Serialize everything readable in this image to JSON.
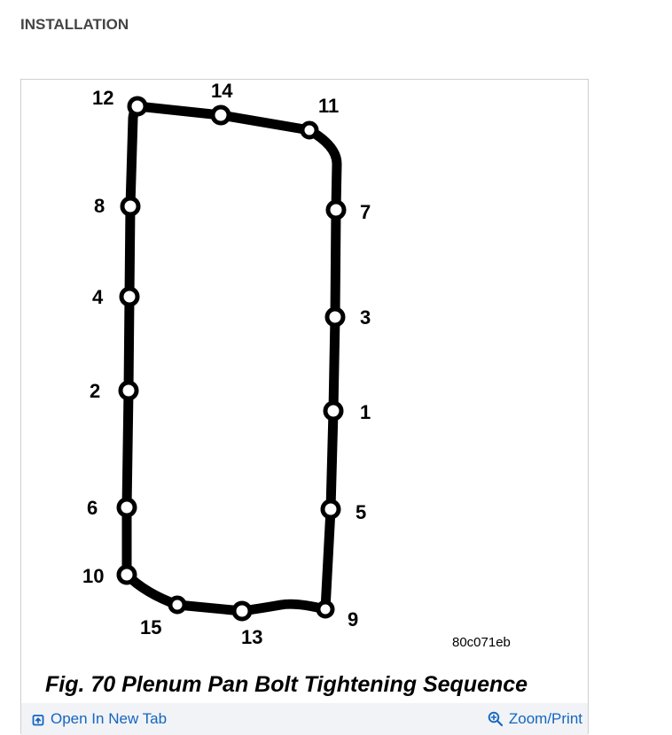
{
  "section": {
    "heading": "INSTALLATION"
  },
  "figure": {
    "caption": "Fig. 70 Plenum Pan Bolt Tightening Sequence",
    "code": "80c071eb",
    "bolt_labels": [
      "1",
      "2",
      "3",
      "4",
      "5",
      "6",
      "7",
      "8",
      "9",
      "10",
      "11",
      "12",
      "13",
      "14",
      "15"
    ]
  },
  "actions": {
    "open_new_tab": "Open In New Tab",
    "zoom_print": "Zoom/Print"
  },
  "icons": {
    "open_new_tab": "open-in-new-tab-icon",
    "zoom_print": "zoom-in-icon"
  },
  "colors": {
    "link": "#1565c0",
    "heading": "#444444",
    "action_bar": "#f1f3f6"
  }
}
